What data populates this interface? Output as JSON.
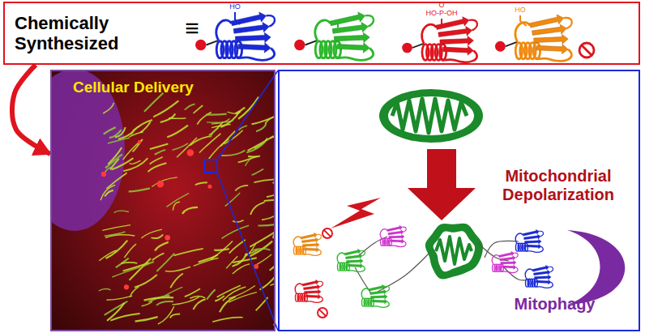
{
  "diagram": {
    "nodes": [
      {
        "text": [
          "Chemically Synthesized",
          "≡"
        ]
      },
      {
        "text": [
          "Cellular Delivery"
        ]
      },
      {
        "text": [
          "Mitochondrial Depolarization",
          "Mitophagy"
        ]
      }
    ],
    "edges": [
      {
        "from": 0,
        "to": 1,
        "arrow": "to"
      }
    ],
    "labels": [
      "HO",
      "O",
      "HO-P-OH",
      "HO"
    ]
  }
}
